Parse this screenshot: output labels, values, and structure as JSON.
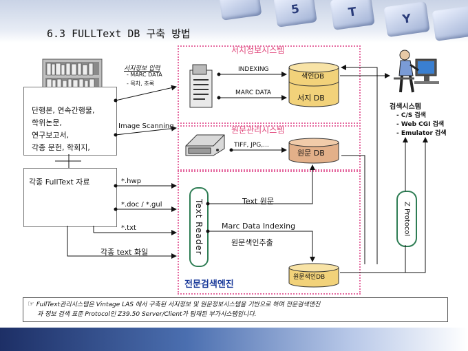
{
  "title": "6.3 FULLText DB 구축 방법",
  "systems": {
    "bib": "서지정보시스템",
    "fulltext": "원문관리시스템",
    "engine": "전문검색엔진"
  },
  "bib_input": {
    "label": "서지정보 입력",
    "line1": "- MARC DATA",
    "line2": "- 목차, 초록"
  },
  "image_scanning": "Image Scanning",
  "sources": [
    "단행본, 연속간행물,",
    "학위논문,",
    "연구보고서,",
    "각종 문헌, 학회지,"
  ],
  "fulltext_source": "각종 FullText 자료",
  "formats": {
    "hwp": "*.hwp",
    "doc": "*.doc / *.gul",
    "txt": "*.txt"
  },
  "text_files": "각종 text 화일",
  "indexing": "INDEXING",
  "marc_data": "MARC DATA",
  "tiff": "TIFF, JPG,...",
  "db": {
    "index": "색인DB",
    "bib": "서지 DB",
    "original": "원문 DB",
    "original_index": "원문색인DB"
  },
  "text_reader": "Text Reader",
  "text_original": "Text 원문",
  "marc_indexing": "Marc Data Indexing",
  "index_extract": "원문색인추출",
  "z_protocol": "Z Protocol",
  "search_system": {
    "title": "검색시스템",
    "items": [
      "- C/S 검색",
      "- Web CGI 검색",
      "- Emulator 검색"
    ]
  },
  "footnote": {
    "icon": "☞",
    "line1": "FullText관리시스템은 Vintage LAS 에서 구축된 서지정보 및 원문정보시스템을 기반으로 하며 전문검색엔진",
    "line2": "과 정보 검색 표준 Protocol인 Z39.50 Server/Client가 탑재된 부가시스템입니다."
  },
  "keyboard_keys": [
    "5",
    "T",
    "Y"
  ],
  "colors": {
    "pink": "#e56aa0",
    "green": "#2e7d54",
    "db_yellow": "#f2d27a",
    "db_brown": "#e3b089"
  }
}
